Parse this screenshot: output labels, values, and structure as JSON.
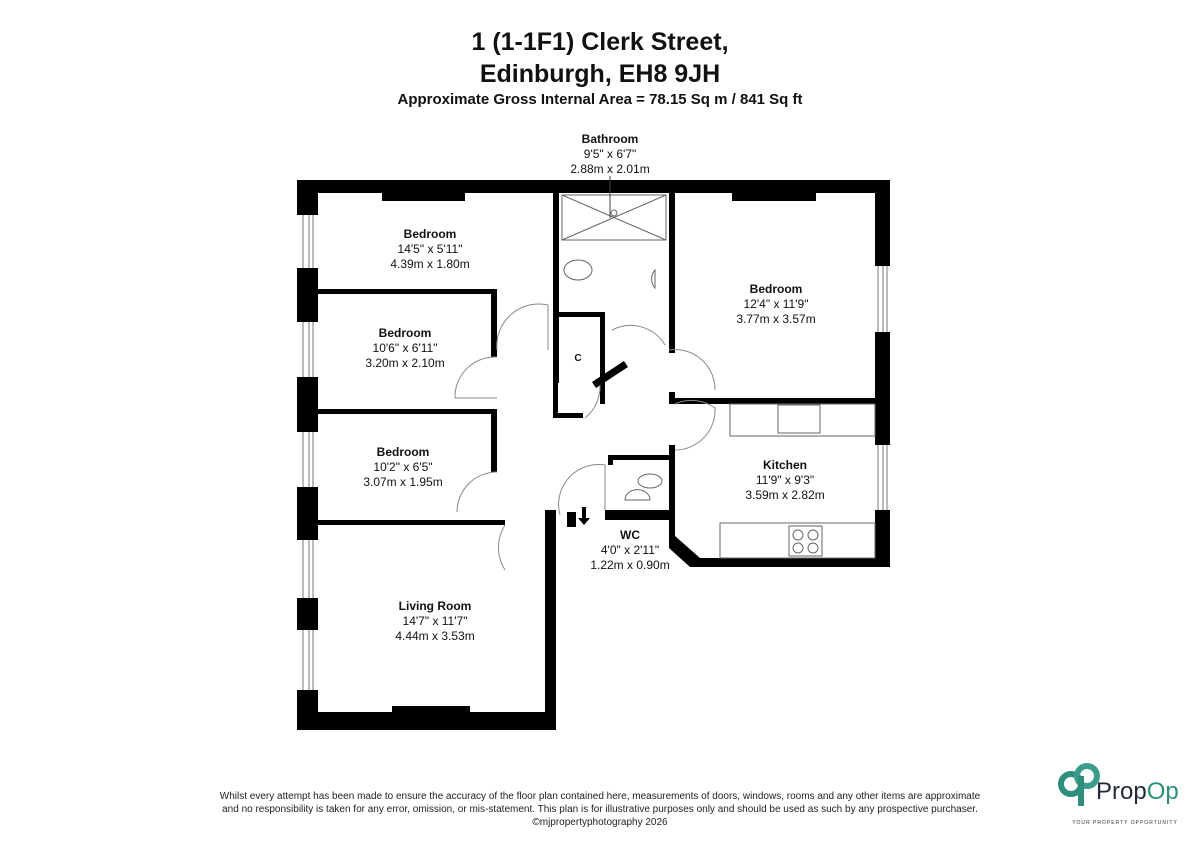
{
  "header": {
    "address_line1": "1 (1-1F1) Clerk Street,",
    "address_line2": "Edinburgh, EH8 9JH",
    "area": "Approximate Gross Internal Area = 78.15 Sq m / 841 Sq ft"
  },
  "rooms": [
    {
      "name": "Bathroom",
      "imperial": "9'5\" x 6'7\"",
      "metric": "2.88m x 2.01m"
    },
    {
      "name": "Bedroom",
      "imperial": "14'5\" x 5'11\"",
      "metric": "4.39m x 1.80m"
    },
    {
      "name": "Bedroom",
      "imperial": "10'6\" x 6'11\"",
      "metric": "3.20m x 2.10m"
    },
    {
      "name": "Bedroom",
      "imperial": "10'2\" x 6'5\"",
      "metric": "3.07m x 1.95m"
    },
    {
      "name": "Living Room",
      "imperial": "14'7\" x 11'7\"",
      "metric": "4.44m x 3.53m"
    },
    {
      "name": "Bedroom",
      "imperial": "12'4\" x 11'9\"",
      "metric": "3.77m x 3.57m"
    },
    {
      "name": "Kitchen",
      "imperial": "11'9\" x 9'3\"",
      "metric": "3.59m x 2.82m"
    },
    {
      "name": "WC",
      "imperial": "4'0\" x 2'11\"",
      "metric": "1.22m x 0.90m"
    }
  ],
  "cupboard_label": "C",
  "footer": {
    "disclaimer_line1": "Whilst every attempt has been made to ensure the accuracy of the floor plan contained here, measurements of doors, windows, rooms and any other items are approximate",
    "disclaimer_line2": "and no responsibility is taken for any error, omission, or mis-statement. This plan is for illustrative purposes only and should be used as such by any prospective purchaser.",
    "copyright": "©mjpropertyphotography 2026"
  },
  "logo": {
    "brand_a": "Prop",
    "brand_b": "Op",
    "tagline": "YOUR PROPERTY OPPORTUNITY"
  },
  "colors": {
    "wall": "#000000",
    "brand_teal": "#2f8d7e",
    "brand_dark": "#1f2b3a"
  }
}
